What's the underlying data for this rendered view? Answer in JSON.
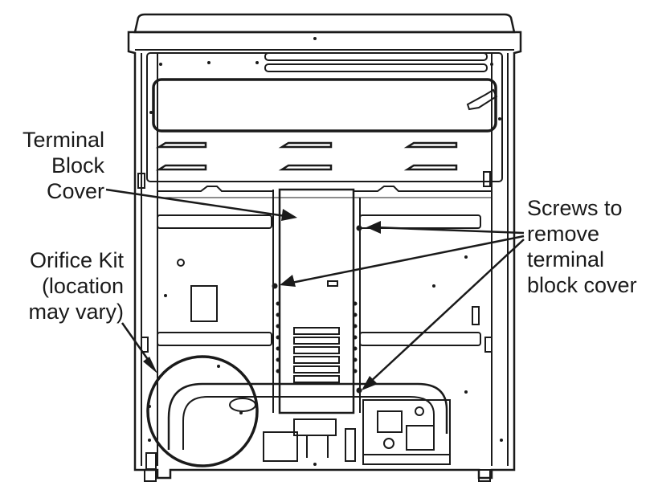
{
  "callouts": {
    "terminal_block_cover": "Terminal\nBlock\nCover",
    "orifice_kit": "Orifice Kit\n(location\nmay vary)",
    "screws": "Screws to\nremove\nterminal\nblock cover"
  },
  "colors": {
    "line": "#1a1a1a",
    "background": "#ffffff"
  }
}
